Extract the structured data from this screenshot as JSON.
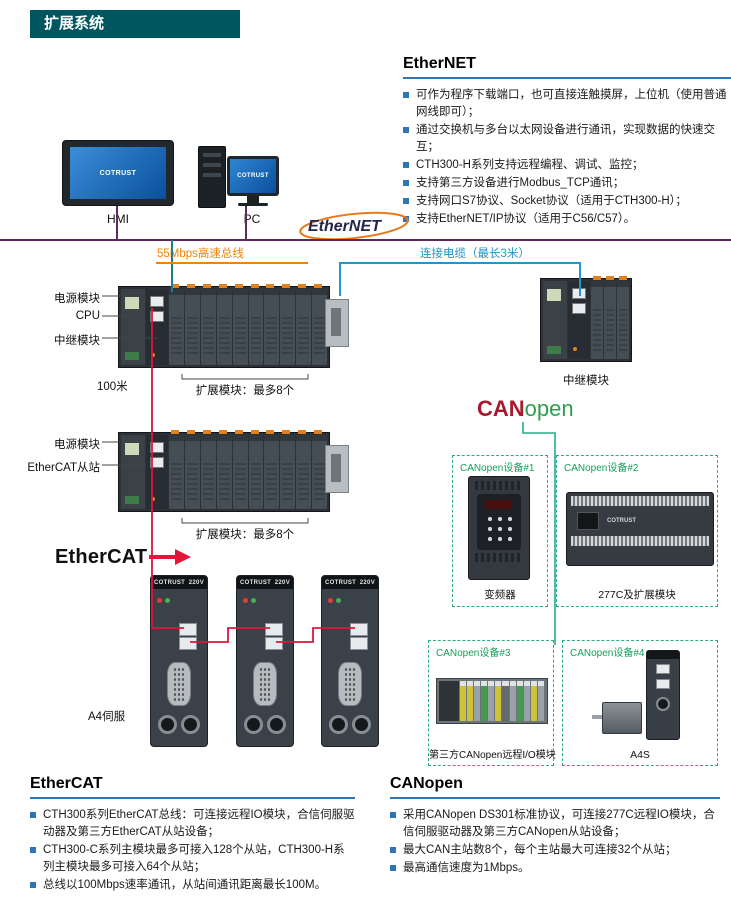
{
  "header": {
    "title": "扩展系统"
  },
  "ethernet_section": {
    "title": "EtherNET",
    "bullets": [
      "可作为程序下载端口，也可直接连触摸屏，上位机（使用普通网线即可）；",
      "通过交换机与多台以太网设备进行通讯，实现数据的快速交互；",
      "CTH300-H系列支持远程编程、调试、监控；",
      "支持第三方设备进行Modbus_TCP通讯；",
      "支持网口S7协议、Socket协议（适用于CTH300-H）；",
      "支持EtherNET/IP协议（适用于C56/C57）。"
    ]
  },
  "diagram": {
    "hmi_label": "HMI",
    "pc_label": "PC",
    "hmi_brand": "COTRUST",
    "pc_brand": "COTRUST",
    "ethernet_logo": "EtherNET",
    "bus_label": "55Mbps高速总线",
    "cable_label": "连接电缆（最长3米）",
    "rack1_power_label": "电源模块",
    "rack1_cpu_label": "CPU",
    "rack1_repeater_label": "中继模块",
    "distance_label": "100米",
    "rack1_expansion_label": "扩展模块：最多8个",
    "repeater_rack_label": "中继模块",
    "rack2_power_label": "电源模块",
    "rack2_slave_label": "EtherCAT从站",
    "rack2_expansion_label": "扩展模块：最多8个",
    "ethercat_logo": "EtherCAT",
    "canopen_logo_can": "CAN",
    "canopen_logo_open": "open",
    "servo_label": "A4伺服",
    "servo_brand": "COTRUST",
    "servo_voltage": "220V",
    "plc_brand": "COTRUST",
    "canopen_devices": [
      {
        "tag": "CANopen设备#1",
        "caption": "变频器"
      },
      {
        "tag": "CANopen设备#2",
        "caption": "277C及扩展模块"
      },
      {
        "tag": "CANopen设备#3",
        "caption": "第三方CANopen远程I/O模块"
      },
      {
        "tag": "CANopen设备#4",
        "caption": "A4S"
      }
    ]
  },
  "ethercat_section": {
    "title": "EtherCAT",
    "bullets": [
      "CTH300系列EtherCAT总线：可连接远程IO模块，合信伺服驱动器及第三方EtherCAT从站设备；",
      "CTH300-C系列主模块最多可接入128个从站，CTH300-H系列主模块最多可接入64个从站；",
      "总线以100Mbps速率通讯，从站间通讯距离最长100M。"
    ]
  },
  "canopen_section": {
    "title": "CANopen",
    "bullets": [
      "采用CANopen DS301标准协议，可连接277C远程IO模块，合信伺服驱动器及第三方CANopen从站设备；",
      "最大CAN主站数8个，每个主站最大可连接32个从站；",
      "最高通信速度为1Mbps。"
    ]
  },
  "colors": {
    "accent_blue": "#2e75b6",
    "banner_teal": "#00565f",
    "bus_purple": "#5c2a5e",
    "bus_orange": "#f08300",
    "cable_blue": "#2196c8",
    "ethercat_red": "#e2153a",
    "canopen_green": "#2aaa8a"
  }
}
